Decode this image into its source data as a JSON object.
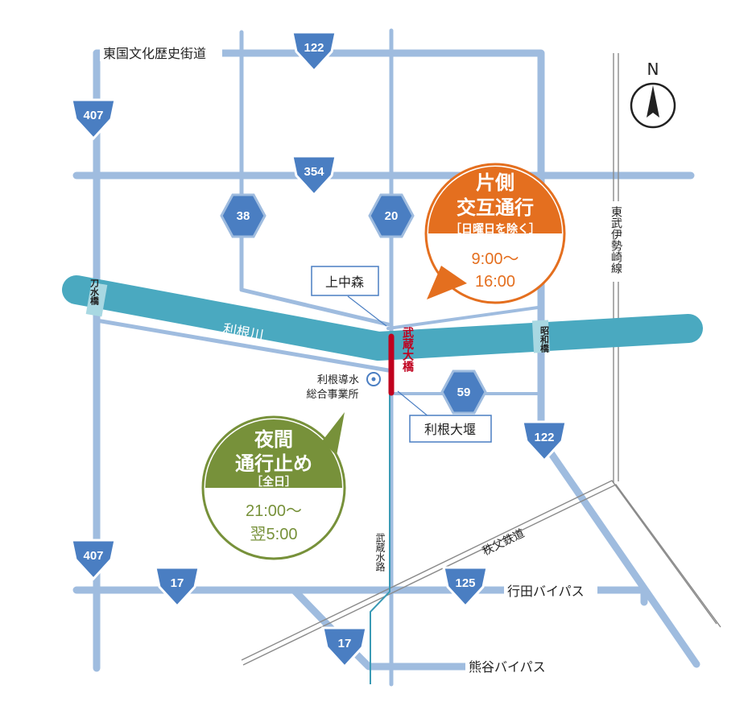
{
  "north": {
    "label": "N"
  },
  "roads": {
    "cultural_road": "東国文化歴史街道",
    "gyoda_bypass": "行田バイパス",
    "kumagaya_bypass": "熊谷バイパス"
  },
  "shields": {
    "r122_top": "122",
    "r407_top": "407",
    "r354": "354",
    "r38": "38",
    "r20": "20",
    "r59": "59",
    "r122_mid": "122",
    "r407_bottom": "407",
    "r17_left": "17",
    "r125": "125",
    "r17_bottom": "17"
  },
  "railways": {
    "tobu_isesaki": "東武伊勢崎線",
    "chichibu": "秩父鉄道"
  },
  "river": {
    "name": "利根川"
  },
  "waterway": {
    "name": "武蔵水路"
  },
  "bridges": {
    "tonesui": "刀水橋",
    "showa": "昭和橋",
    "musashi": "武蔵大橋"
  },
  "callouts": {
    "kaminakamori": "上中森",
    "tone_weir": "利根大堰",
    "office_line1": "利根導水",
    "office_line2": "総合事業所"
  },
  "notices": {
    "day": {
      "line1": "片側",
      "line2": "交互通行",
      "sub": "［日曜日を除く］",
      "time1": "9:00～",
      "time2": "16:00",
      "color": "#e46f1f"
    },
    "night": {
      "line1": "夜間",
      "line2": "通行止め",
      "sub": "［全日］",
      "time1": "21:00～",
      "time2": "翌5:00",
      "color": "#77913a"
    }
  },
  "colors": {
    "road": "#9fbcdf",
    "shield_fill": "#4a7ec2",
    "river": "#4aa9c0",
    "bridge_highlight": "#c0001e"
  }
}
